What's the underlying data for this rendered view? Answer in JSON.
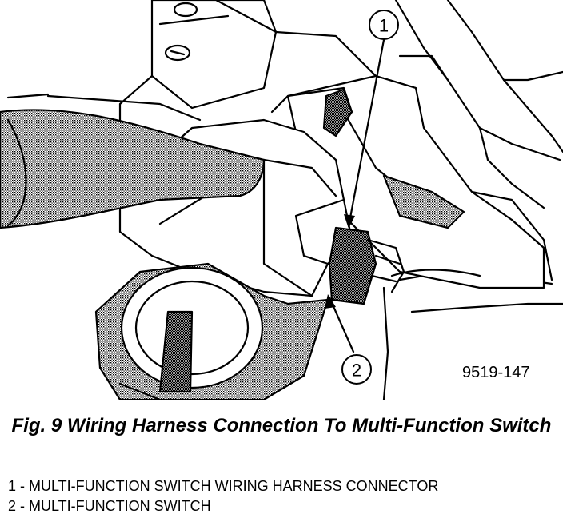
{
  "figure_id": "9519-147",
  "caption": "Fig. 9 Wiring Harness Connection To Multi-Function Switch",
  "callouts": [
    "1",
    "2"
  ],
  "legend": [
    {
      "number": "1",
      "text": "1 - MULTI-FUNCTION SWITCH WIRING HARNESS CONNECTOR"
    },
    {
      "number": "2",
      "text": "2 - MULTI-FUNCTION SWITCH"
    }
  ],
  "colors": {
    "ink": "#000000",
    "paper": "#ffffff",
    "halftone": "#9a9a9a"
  }
}
